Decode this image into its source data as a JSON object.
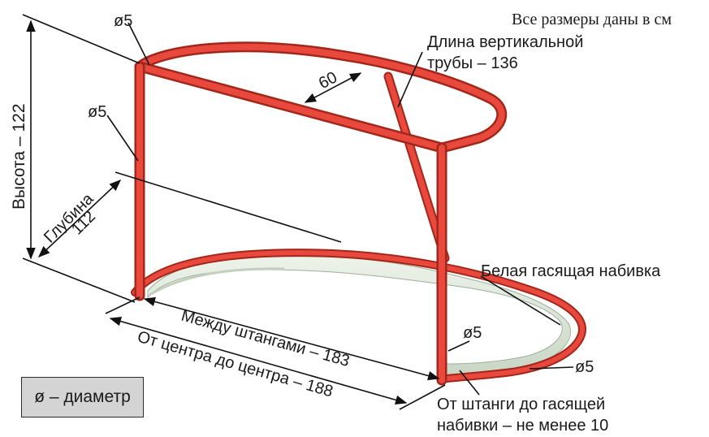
{
  "note": "Все размеры даны в см",
  "labels": {
    "diam_top": "ø5",
    "diam_left_post": "ø5",
    "diam_right_post": "ø5",
    "diam_bottom": "ø5",
    "vertical_tube_line1": "Длина вертикальной",
    "vertical_tube_line2": "трубы – 136",
    "top_depth": "60",
    "height": "Высота – 122",
    "depth_line1": "Глубина",
    "depth_line2": "112",
    "padding": "Белая гасящая набивка",
    "between_posts": "Между штангами – 183",
    "center_to_center": "От центра до центра – 188",
    "from_post_line1": "От штанги до гасящей",
    "from_post_line2": "набивки – не менее 10"
  },
  "legend": "ø – диаметр",
  "colors": {
    "frame": "#e8493c",
    "frame_edge": "#a3261b",
    "padding": "#dfe8dc",
    "legend_bg": "#d4d4d4"
  }
}
